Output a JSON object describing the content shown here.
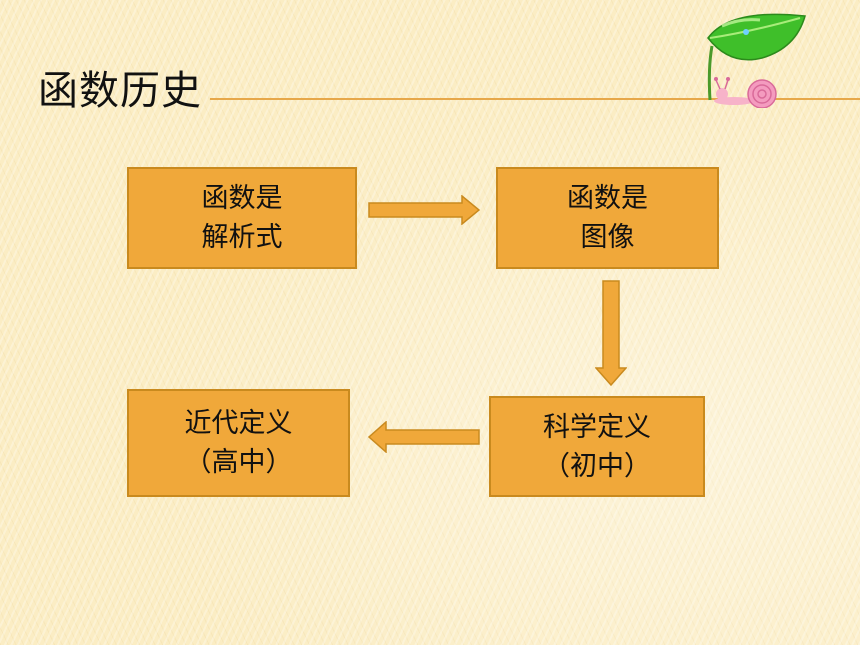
{
  "slide": {
    "title": "函数历史",
    "boxes": [
      {
        "line1": "函数是",
        "line2": "解析式"
      },
      {
        "line1": "函数是",
        "line2": "图像"
      },
      {
        "line1": "科学定义",
        "line2": "（初中）"
      },
      {
        "line1": "近代定义",
        "line2": "（高中）"
      }
    ],
    "decoration_icon": "leaf-snail-icon",
    "colors": {
      "box_fill": "#f0a83a",
      "box_border": "#c98a1e",
      "arrow_fill": "#f0a83a",
      "title_rule": "#e7a84a",
      "background": "#fbedc4"
    }
  }
}
